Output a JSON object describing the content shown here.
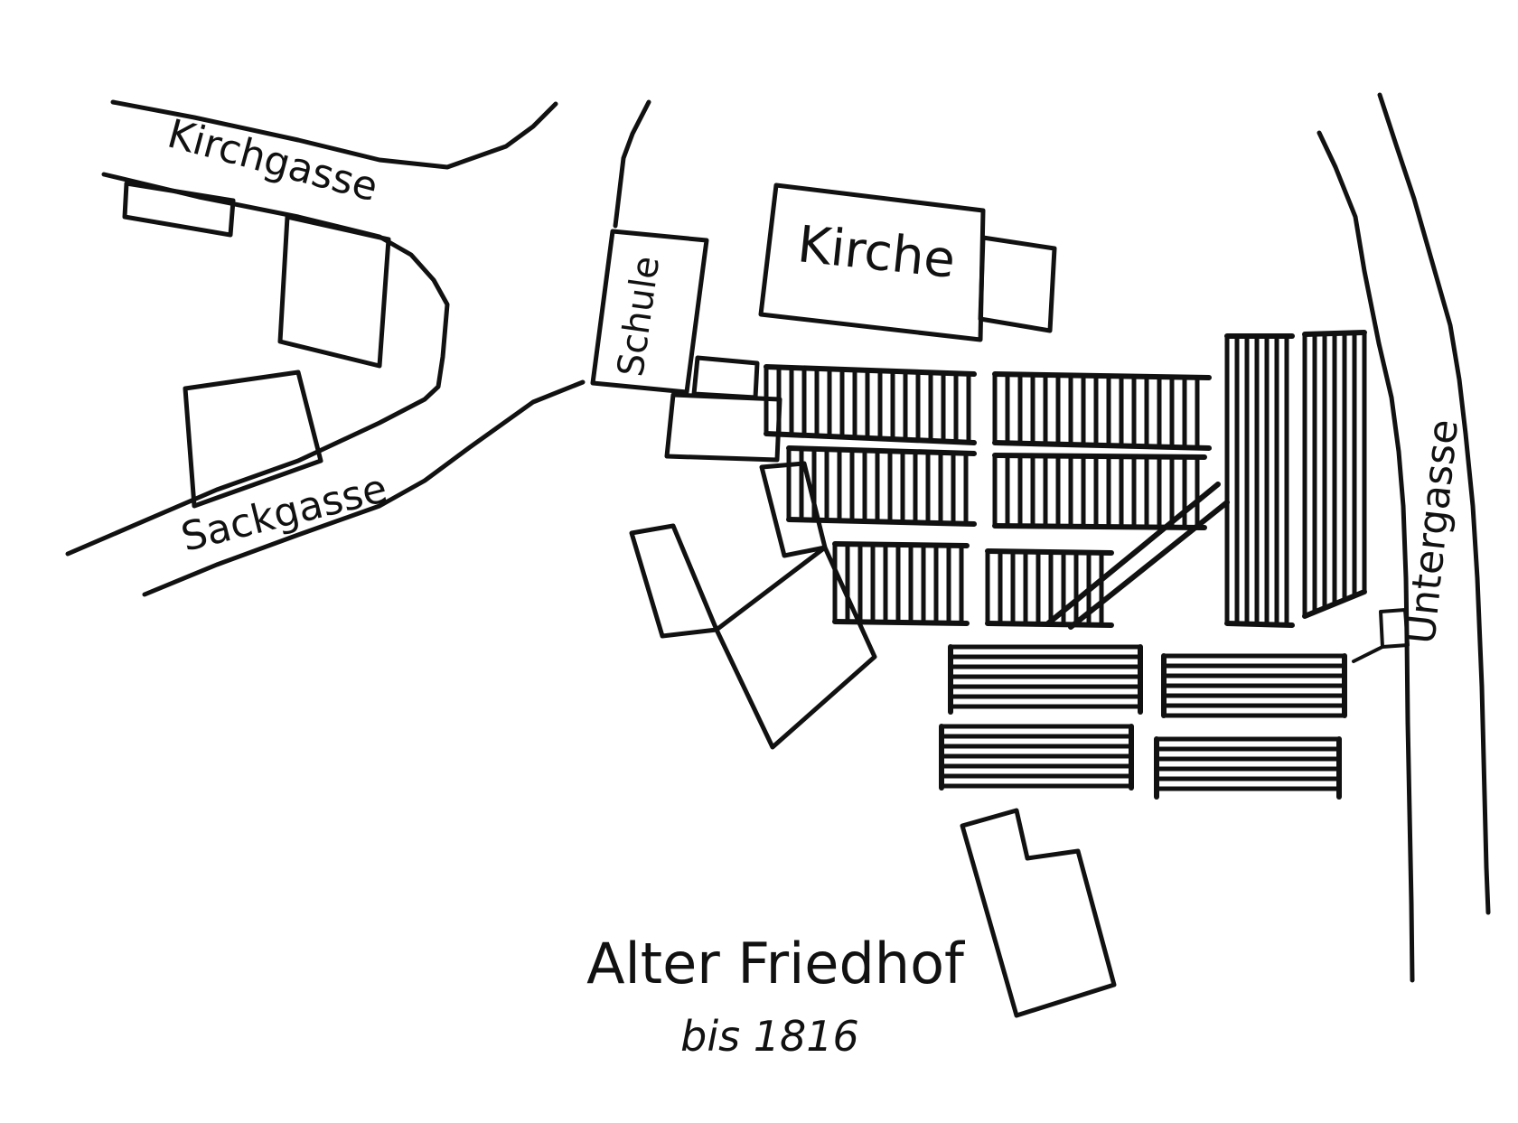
{
  "map": {
    "title": "Alter Friedhof",
    "subtitle": "bis 1816",
    "colors": {
      "ink": "#111111",
      "paper": "#ffffff"
    },
    "streets": [
      {
        "id": "kirchgasse",
        "label": "Kirchgasse"
      },
      {
        "id": "sackgasse",
        "label": "Sackgasse"
      },
      {
        "id": "untergasse",
        "label": "Untergasse"
      }
    ],
    "buildings": [
      {
        "id": "schule",
        "label": "Schule"
      },
      {
        "id": "kirche",
        "label": "Kirche"
      }
    ]
  }
}
